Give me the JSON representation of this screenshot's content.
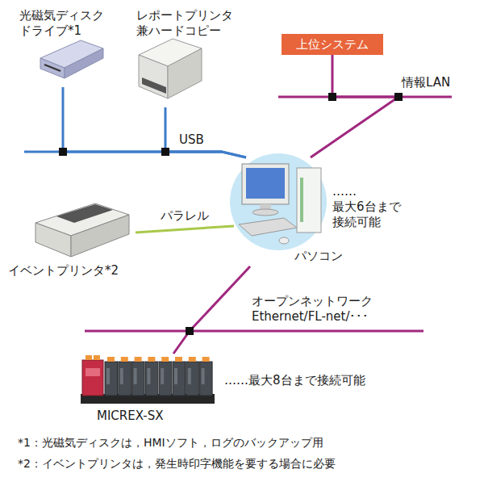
{
  "diagram": {
    "nodes": [
      {
        "text": [
          "光磁気ディスク ドライブ*1"
        ]
      },
      {
        "text": [
          "レポートプリンタ 兼ハードコピー"
        ]
      },
      {
        "text": [
          "上位システム"
        ]
      },
      {
        "text": [
          "パソコン"
        ]
      },
      {
        "text": [
          "イベントプリンタ*2"
        ]
      },
      {
        "text": [
          "MICREX-SX"
        ]
      }
    ],
    "edges": [
      {
        "from": 0,
        "to": 3,
        "arrow": "none"
      },
      {
        "from": 1,
        "to": 3,
        "arrow": "none"
      },
      {
        "from": 2,
        "to": 3,
        "arrow": "none"
      },
      {
        "from": 4,
        "to": 3,
        "label": "パラレル",
        "arrow": "none"
      },
      {
        "from": 3,
        "to": 5,
        "arrow": "none"
      }
    ],
    "labels": [
      "情報LAN",
      "USB",
      "……最大6台まで 接続可能",
      "オープンネットワーク Ethernet/FL-net/･･･",
      "……最大8台まで接続可能",
      "*1：光磁気ディスクは，HMIソフト，ログのバックアップ用",
      "*2：イベントプリンタは，発生時印字機能を要する場合に必要"
    ]
  }
}
